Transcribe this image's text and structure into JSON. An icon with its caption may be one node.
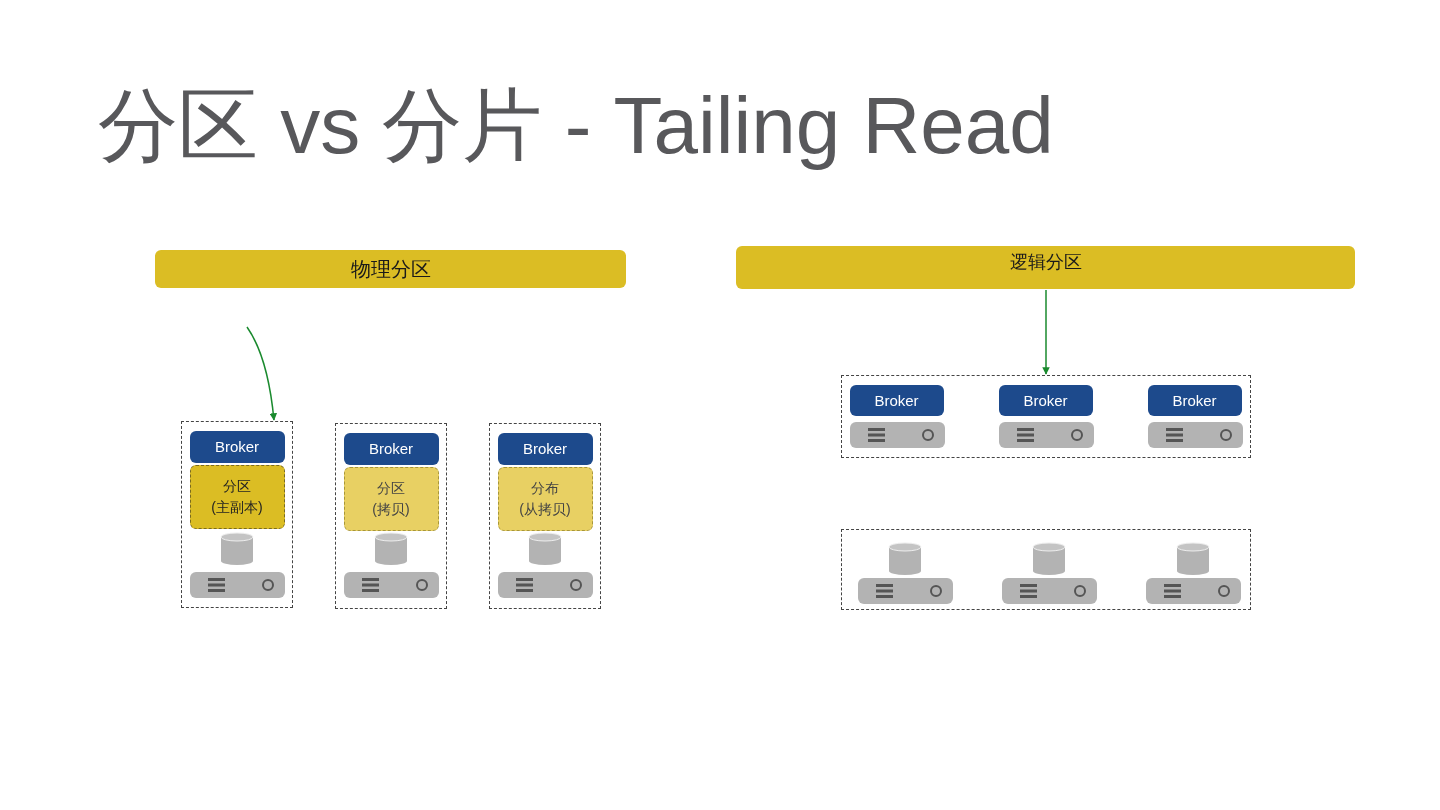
{
  "diagram": {
    "title": "分区 vs 分片 - Tailing Read",
    "nodes": [
      {
        "text": [
          "物理分区"
        ]
      },
      {
        "text": [],
        "shape": "box"
      },
      {
        "text": [
          "Broker"
        ],
        "in": 1
      },
      {
        "text": [
          "分区(主副本)"
        ],
        "in": 1
      },
      {
        "text": [],
        "shape": "box"
      },
      {
        "text": [
          "Broker"
        ],
        "in": 4
      },
      {
        "text": [
          "分区(拷贝)"
        ],
        "in": 4
      },
      {
        "text": [],
        "shape": "box"
      },
      {
        "text": [
          "Broker"
        ],
        "in": 7
      },
      {
        "text": [
          "分布(从拷贝)"
        ],
        "in": 7
      },
      {
        "text": [
          "逻辑分区"
        ]
      },
      {
        "text": [],
        "shape": "box"
      },
      {
        "text": [
          "Broker"
        ],
        "in": 11
      },
      {
        "text": [
          "Broker"
        ],
        "in": 11
      },
      {
        "text": [
          "Broker"
        ],
        "in": 11
      },
      {
        "text": [],
        "shape": "box"
      }
    ],
    "edges": [
      {
        "from": null,
        "to": 1,
        "arrow": "to",
        "color": "#1a8a2e"
      },
      {
        "from": 10,
        "to": 11,
        "arrow": "to",
        "color": "#1a8a2e"
      }
    ]
  }
}
